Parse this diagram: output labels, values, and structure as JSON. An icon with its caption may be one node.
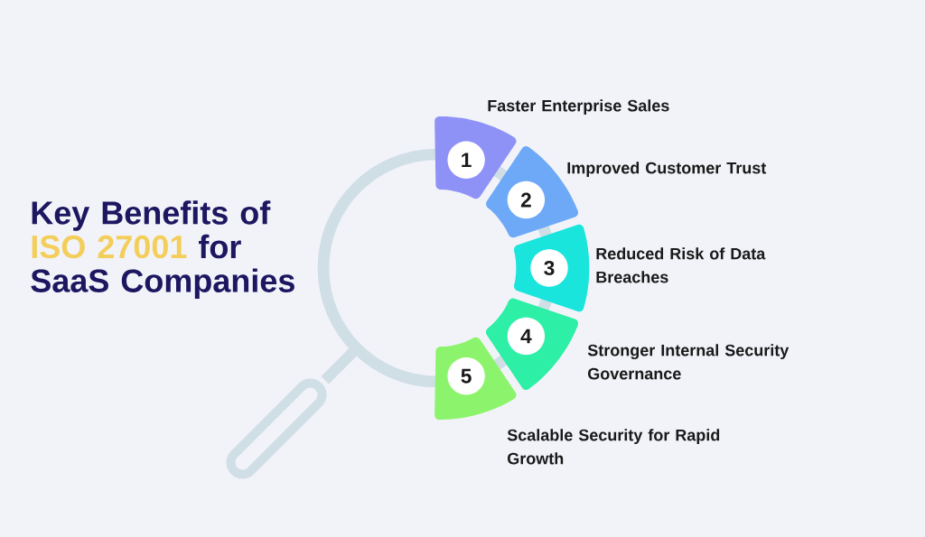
{
  "diagram": {
    "title": "Key Benefits of ISO 27001 for SaaS Companies",
    "nodes": [
      {
        "text": [
          "1"
        ],
        "beside": [
          "Faster Enterprise Sales"
        ]
      },
      {
        "text": [
          "2"
        ],
        "beside": [
          "Improved Customer Trust"
        ]
      },
      {
        "text": [
          "3"
        ],
        "beside": [
          "Reduced Risk of Data Breaches"
        ]
      },
      {
        "text": [
          "4"
        ],
        "beside": [
          "Stronger Internal Security Governance"
        ]
      },
      {
        "text": [
          "5"
        ],
        "beside": [
          "Scalable Security for Rapid Growth"
        ]
      }
    ]
  }
}
